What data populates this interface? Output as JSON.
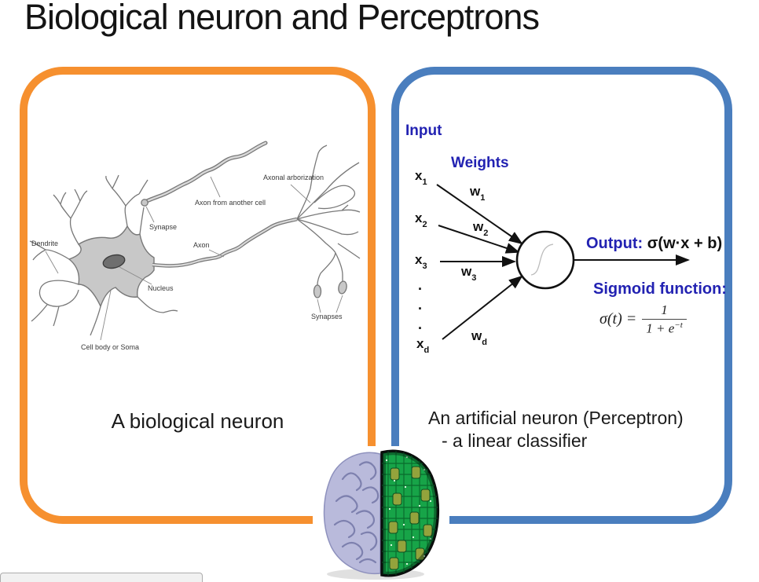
{
  "slide": {
    "title": "Biological neuron and Perceptrons"
  },
  "colors": {
    "left_box_border": "#F6902F",
    "right_box_border": "#4A7EBE",
    "diagram_label_blue": "#2222B2"
  },
  "left_panel": {
    "caption": "A biological neuron",
    "diagram_labels": {
      "axonal_arborization": "Axonal arborization",
      "axon_from_another_cell": "Axon from another cell",
      "synapse": "Synapse",
      "dendrite": "Dendrite",
      "axon": "Axon",
      "nucleus": "Nucleus",
      "synapses": "Synapses",
      "cell_body": "Cell body or Soma"
    }
  },
  "right_panel": {
    "caption_line1": "An artificial neuron (Perceptron)",
    "caption_line2": "- a linear classifier",
    "input_label": "Input",
    "weights_label": "Weights",
    "inputs": [
      {
        "base": "x",
        "sub": "1"
      },
      {
        "base": "x",
        "sub": "2"
      },
      {
        "base": "x",
        "sub": "3"
      },
      {
        "base": "x",
        "sub": "d"
      }
    ],
    "weights": [
      {
        "base": "w",
        "sub": "1"
      },
      {
        "base": "w",
        "sub": "2"
      },
      {
        "base": "w",
        "sub": "3"
      },
      {
        "base": "w",
        "sub": "d"
      }
    ],
    "ellipsis_dots": [
      ".",
      ".",
      "."
    ],
    "output_label": "Output:",
    "output_formula": "σ(w·x + b)",
    "sigmoid_heading": "Sigmoid function:",
    "sigmoid_lhs": "σ(t) =",
    "sigmoid_numerator": "1",
    "sigmoid_denominator_base": "1 + e",
    "sigmoid_denominator_exponent": "−t"
  }
}
